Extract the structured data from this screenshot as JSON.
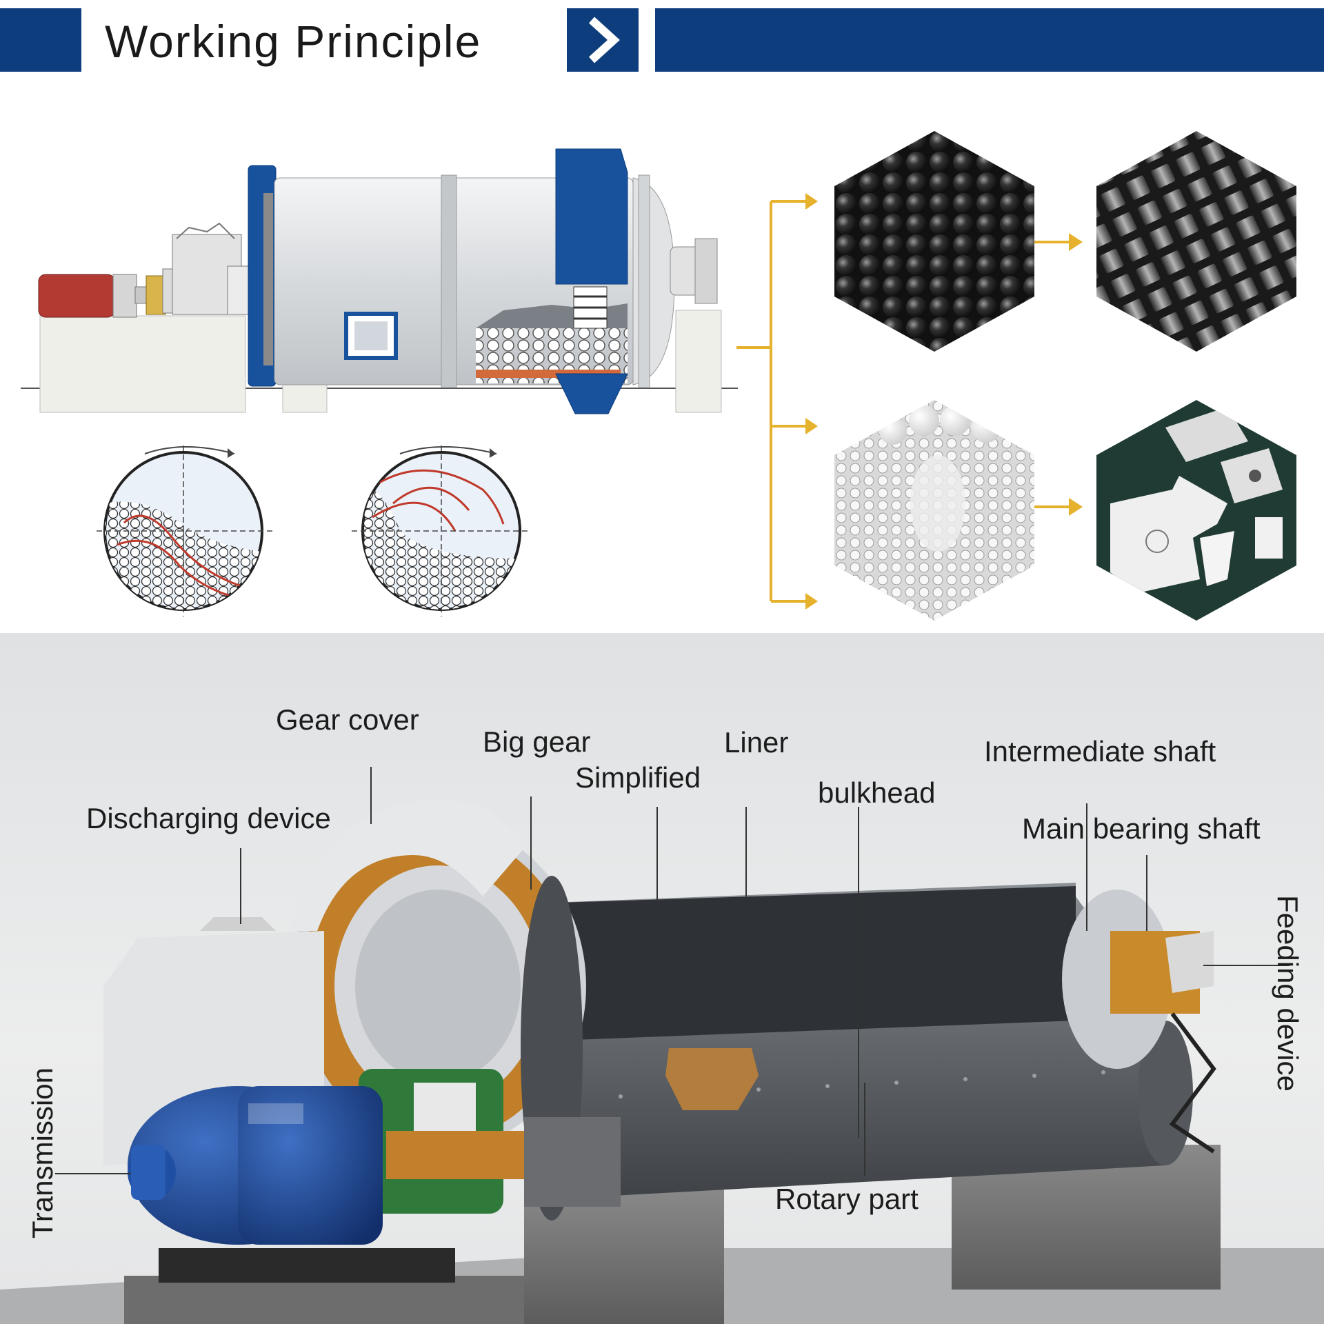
{
  "header": {
    "title": "Working Principle",
    "brand_color": "#0d3d7d",
    "chevron_icon": "chevron-right-icon"
  },
  "flow": {
    "arrow_color": "#e6b12c",
    "products": [
      "steel-balls",
      "steel-cylpebs",
      "ceramic-balls",
      "ceramic-lining-tiles"
    ]
  },
  "structure": {
    "labels": {
      "gear_cover": "Gear cover",
      "big_gear": "Big gear",
      "liner": "Liner",
      "simplified": "Simplified",
      "intermediate_shaft": "Intermediate shaft",
      "discharging_device": "Discharging device",
      "bulkhead": "bulkhead",
      "main_bearing_shaft": "Main bearing shaft",
      "feeding_device": "Feeding device",
      "transmission": "Transmission",
      "rotary_part": "Rotary part"
    }
  }
}
